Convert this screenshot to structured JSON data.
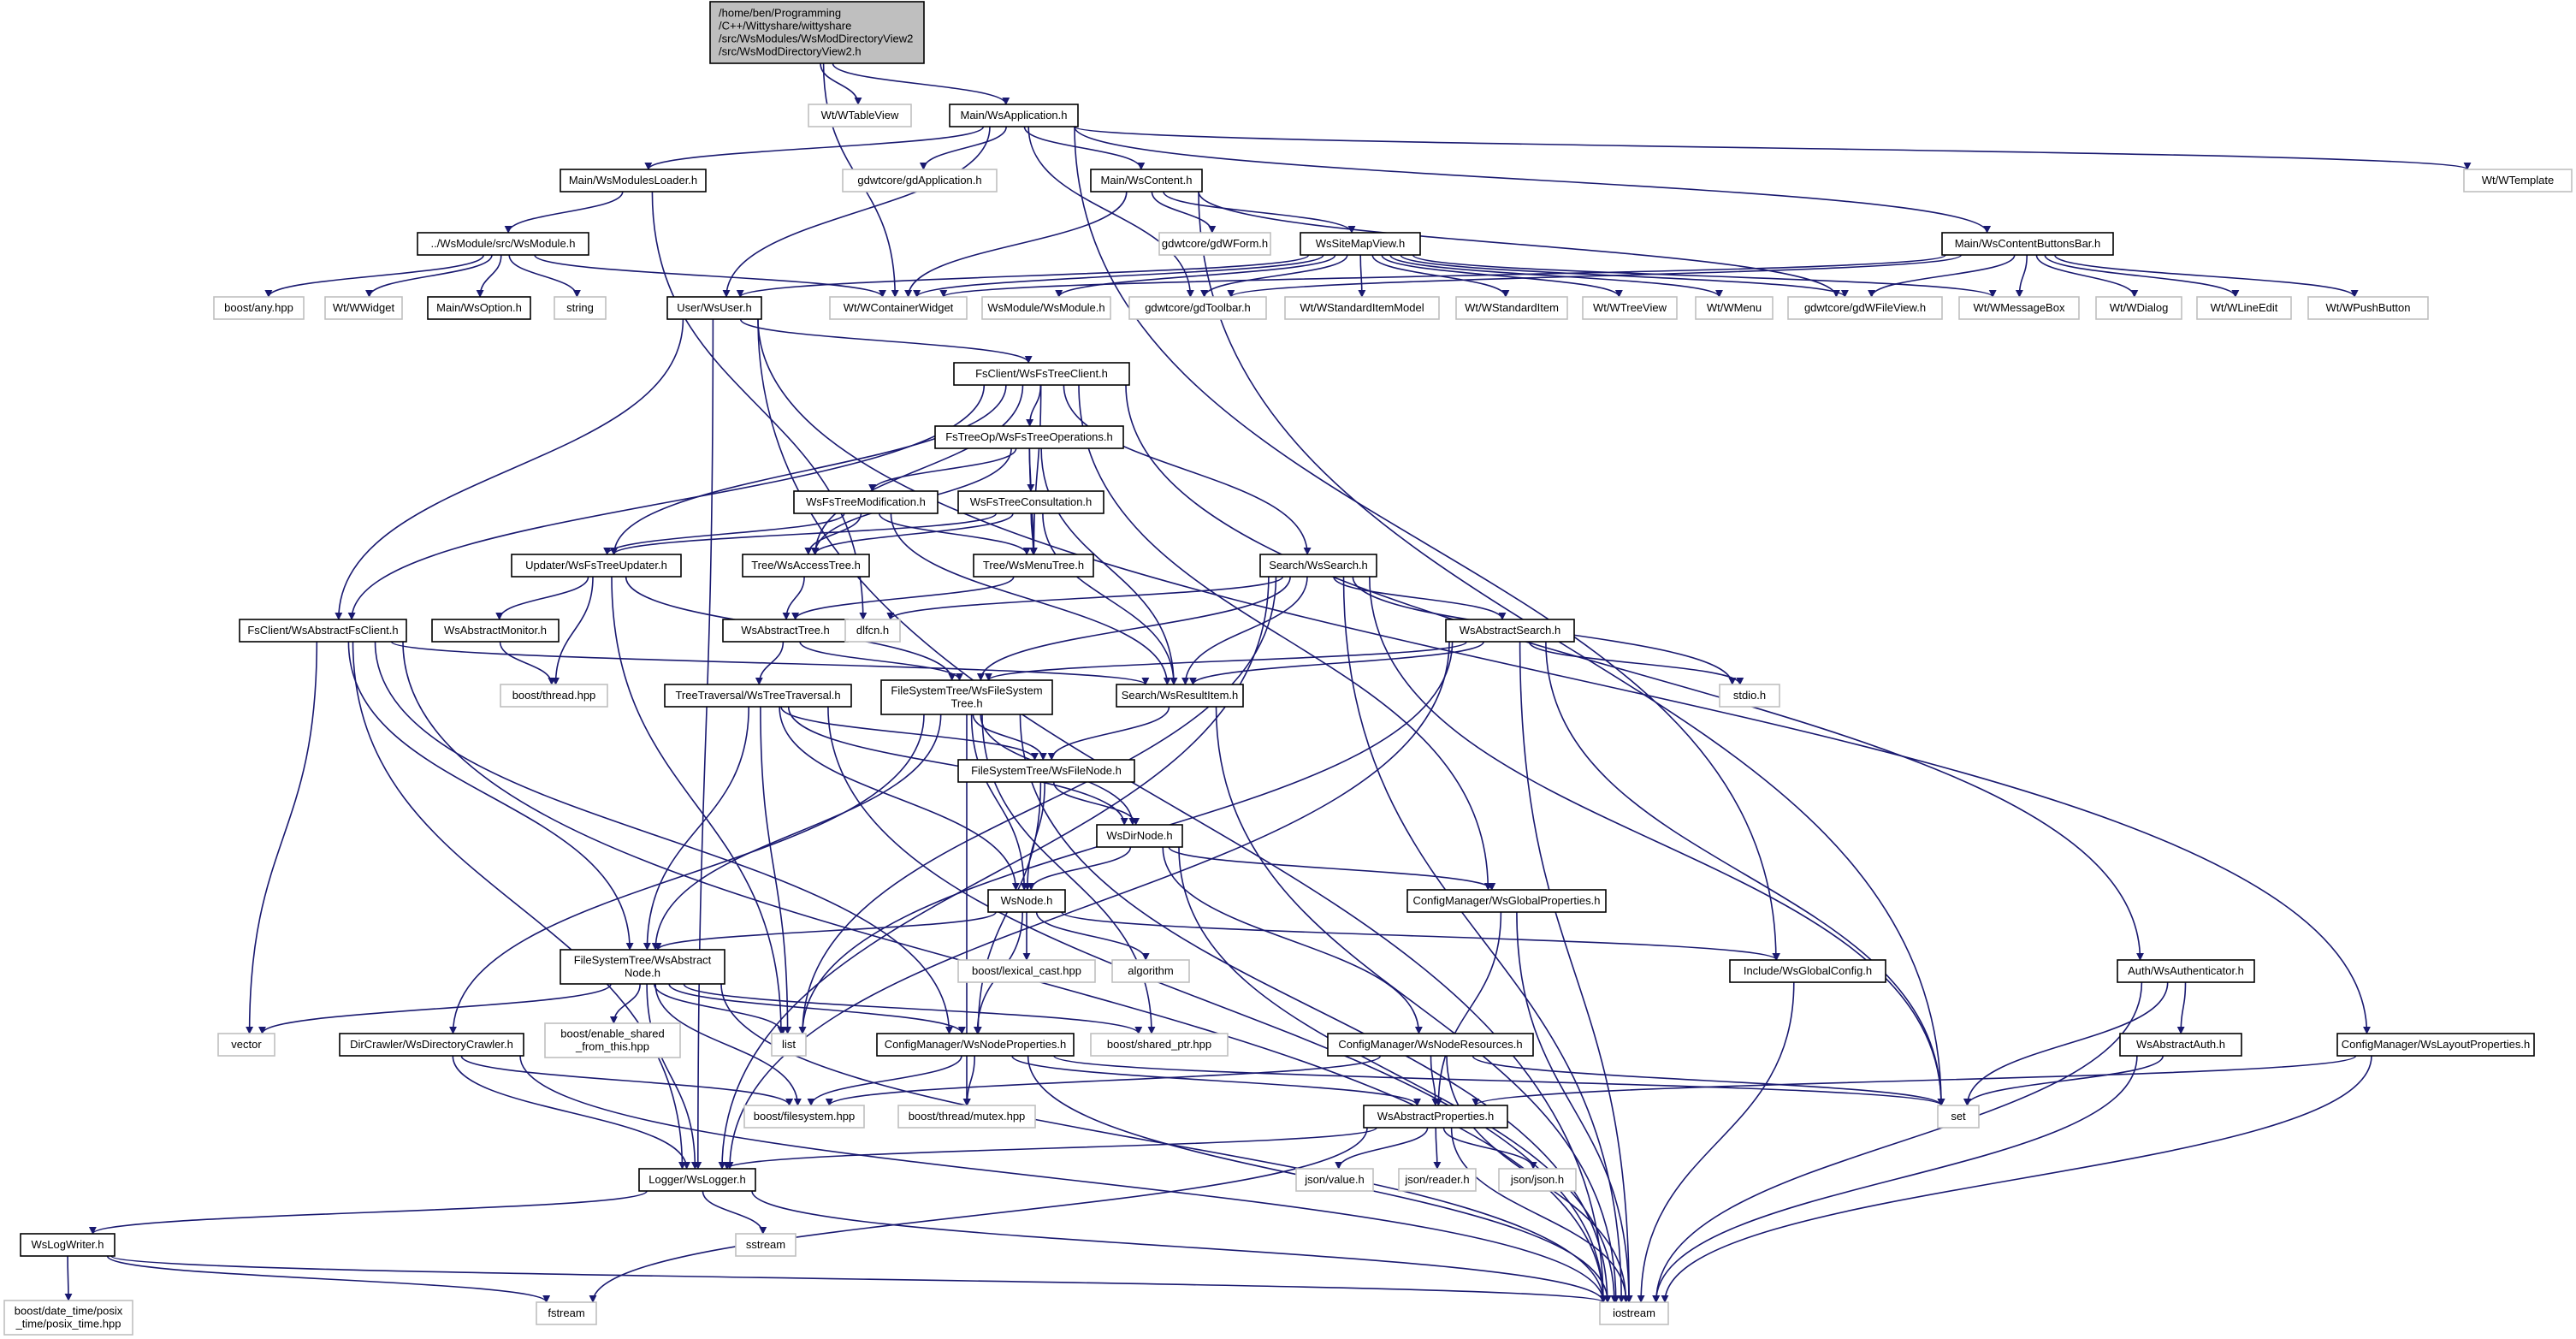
{
  "graph": {
    "root": [
      "/home/ben/Programming",
      "/C++/Wittyshare/wittyshare",
      "/src/WsModules/WsModDirectoryView2",
      "/src/WsModDirectoryView2.h"
    ],
    "nodes": {
      "wtableview": [
        "Wt/WTableView"
      ],
      "wsapplication": [
        "Main/WsApplication.h"
      ],
      "wtemplate": [
        "Wt/WTemplate"
      ],
      "wsmodulesloader": [
        "Main/WsModulesLoader.h"
      ],
      "gdapplication": [
        "gdwtcore/gdApplication.h"
      ],
      "wscontent": [
        "Main/WsContent.h"
      ],
      "wscontentbuttonsbar": [
        "Main/WsContentButtonsBar.h"
      ],
      "wsmodule_src": [
        "../WsModule/src/WsModule.h"
      ],
      "gdwform": [
        "gdwtcore/gdWForm.h"
      ],
      "wssitemapview": [
        "WsSiteMapView.h"
      ],
      "boostany": [
        "boost/any.hpp"
      ],
      "wwidget": [
        "Wt/WWidget"
      ],
      "wsoption": [
        "Main/WsOption.h"
      ],
      "string": [
        "string"
      ],
      "wsuser": [
        "User/WsUser.h"
      ],
      "wcontainerwidget": [
        "Wt/WContainerWidget"
      ],
      "wsmodulewsmodule": [
        "WsModule/WsModule.h"
      ],
      "gdtoolbar": [
        "gdwtcore/gdToolbar.h"
      ],
      "wstandarditemmodel": [
        "Wt/WStandardItemModel"
      ],
      "wstandarditem": [
        "Wt/WStandardItem"
      ],
      "wtreeview": [
        "Wt/WTreeView"
      ],
      "wmenu": [
        "Wt/WMenu"
      ],
      "gdwfileview": [
        "gdwtcore/gdWFileView.h"
      ],
      "wmessagebox": [
        "Wt/WMessageBox"
      ],
      "wdialog": [
        "Wt/WDialog"
      ],
      "wlineedit": [
        "Wt/WLineEdit"
      ],
      "wpushbutton": [
        "Wt/WPushButton"
      ],
      "wsfstreeclient": [
        "FsClient/WsFsTreeClient.h"
      ],
      "wsfstreeoperations": [
        "FsTreeOp/WsFsTreeOperations.h"
      ],
      "wsfstreemodification": [
        "WsFsTreeModification.h"
      ],
      "wsfstreeconsultation": [
        "WsFsTreeConsultation.h"
      ],
      "wsfstreeupdater": [
        "Updater/WsFsTreeUpdater.h"
      ],
      "wsaccesstree": [
        "Tree/WsAccessTree.h"
      ],
      "wsmenutree": [
        "Tree/WsMenuTree.h"
      ],
      "wssearch": [
        "Search/WsSearch.h"
      ],
      "wsabstractfsclient": [
        "FsClient/WsAbstractFsClient.h"
      ],
      "wsabstractmonitor": [
        "WsAbstractMonitor.h"
      ],
      "wsabstracttree": [
        "WsAbstractTree.h"
      ],
      "dlfcn": [
        "dlfcn.h"
      ],
      "wsabstractsearch": [
        "WsAbstractSearch.h"
      ],
      "boostthread": [
        "boost/thread.hpp"
      ],
      "wstreetraversal": [
        "TreeTraversal/WsTreeTraversal.h"
      ],
      "wsfilesystemtree": [
        "FileSystemTree/WsFileSystem",
        "Tree.h"
      ],
      "wsresultitem": [
        "Search/WsResultItem.h"
      ],
      "stdio": [
        "stdio.h"
      ],
      "wsfilenode": [
        "FileSystemTree/WsFileNode.h"
      ],
      "wsdirnode": [
        "WsDirNode.h"
      ],
      "wsnode": [
        "WsNode.h"
      ],
      "wsglobalproperties": [
        "ConfigManager/WsGlobalProperties.h"
      ],
      "wsabstractnode": [
        "FileSystemTree/WsAbstract",
        "Node.h"
      ],
      "lexicalcast": [
        "boost/lexical_cast.hpp"
      ],
      "algorithm": [
        "algorithm"
      ],
      "wsglobalconfig": [
        "Include/WsGlobalConfig.h"
      ],
      "wsauthenticator": [
        "Auth/WsAuthenticator.h"
      ],
      "vector": [
        "vector"
      ],
      "enableshared": [
        "boost/enable_shared",
        "_from_this.hpp"
      ],
      "list": [
        "list"
      ],
      "wsnodeproperties": [
        "ConfigManager/WsNodeProperties.h"
      ],
      "sharedptr": [
        "boost/shared_ptr.hpp"
      ],
      "wsnoderesources": [
        "ConfigManager/WsNodeResources.h"
      ],
      "wsabstractauth": [
        "WsAbstractAuth.h"
      ],
      "wslayoutproperties": [
        "ConfigManager/WsLayoutProperties.h"
      ],
      "wsdirectorycrawler": [
        "DirCrawler/WsDirectoryCrawler.h"
      ],
      "boostfilesystem": [
        "boost/filesystem.hpp"
      ],
      "threadmutex": [
        "boost/thread/mutex.hpp"
      ],
      "wsabstractproperties": [
        "WsAbstractProperties.h"
      ],
      "set": [
        "set"
      ],
      "wslogger": [
        "Logger/WsLogger.h"
      ],
      "jsonvalue": [
        "json/value.h"
      ],
      "jsonreader": [
        "json/reader.h"
      ],
      "jsonjson": [
        "json/json.h"
      ],
      "sstream": [
        "sstream"
      ],
      "wslogwriter": [
        "WsLogWriter.h"
      ],
      "posixtime": [
        "boost/date_time/posix",
        "_time/posix_time.hpp"
      ],
      "fstream": [
        "fstream"
      ],
      "iostream": [
        "iostream"
      ]
    }
  }
}
